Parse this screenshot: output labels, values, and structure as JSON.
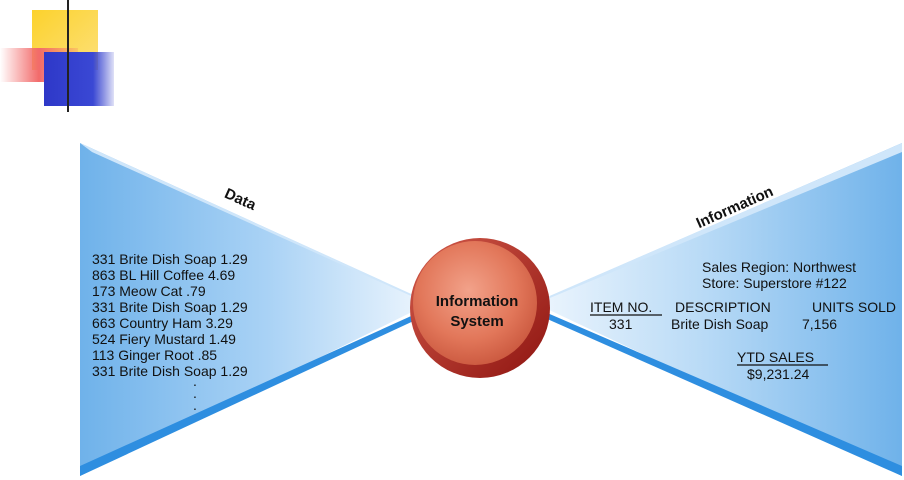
{
  "colors": {
    "decor_yellow": "#fcd22c",
    "decor_red": "#f26a6a",
    "decor_blue": "#2e38c8",
    "wedge_light": "#eaf4fd",
    "wedge_dark": "#6fb2ea",
    "wedge_edge": "#2e8ee0",
    "circle_fill": "#e2775a",
    "circle_ring": "#b3221a"
  },
  "left": {
    "label": "Data",
    "rows": [
      "331 Brite Dish Soap  1.29",
      "863 BL Hill Coffee  4.69",
      "173 Meow Cat  .79",
      "331 Brite Dish Soap  1.29",
      "663 Country Ham 3.29",
      "524 Fiery Mustard  1.49",
      "113 Ginger Root  .85",
      "331 Brite Dish Soap  1.29"
    ],
    "ellipsis": "."
  },
  "center": {
    "line1": "Information",
    "line2": "System"
  },
  "right": {
    "label": "Information",
    "region": "Sales Region: Northwest",
    "store": "Store: Superstore #122",
    "headers": {
      "item_no": "ITEM NO.",
      "description": "DESCRIPTION",
      "units_sold": "UNITS SOLD"
    },
    "row": {
      "item_no": "331",
      "description": "Brite Dish Soap",
      "units_sold": "7,156"
    },
    "ytd_label": "YTD SALES",
    "ytd_value": "$9,231.24"
  }
}
